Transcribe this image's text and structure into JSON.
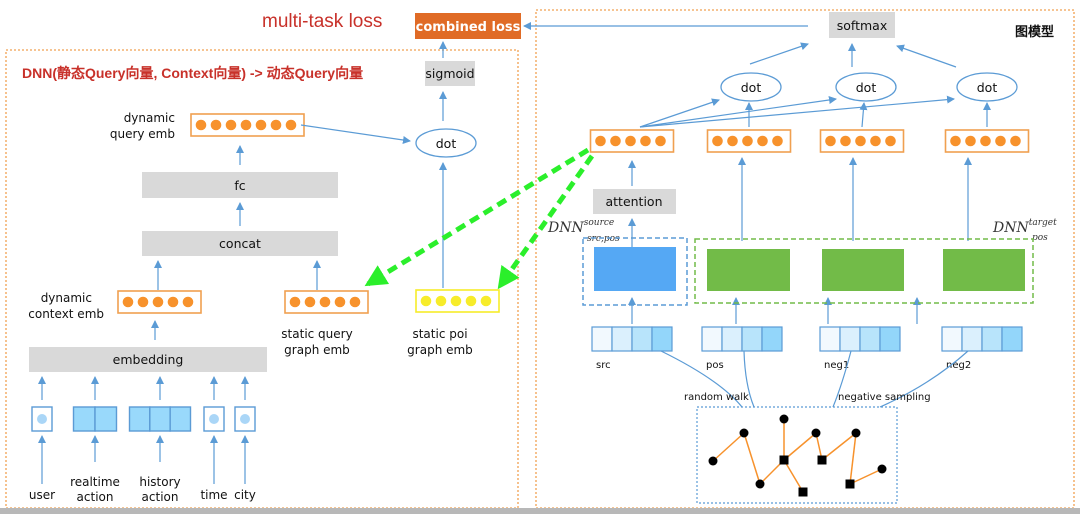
{
  "header": {
    "title": "multi-task loss",
    "combined_loss": "combined loss"
  },
  "left_panel": {
    "title": "DNN(静态Query向量, Context向量) -> 动态Query向量",
    "sigmoid": "sigmoid",
    "dot": "dot",
    "fc": "fc",
    "concat": "concat",
    "embedding": "embedding",
    "dynamic_query_emb": [
      "dynamic",
      "query emb"
    ],
    "dynamic_context_emb": [
      "dynamic",
      "context emb"
    ],
    "static_query_graph_emb": [
      "static query",
      "graph emb"
    ],
    "static_poi_graph_emb": [
      "static poi",
      "graph emb"
    ],
    "inputs": [
      {
        "label": [
          "user"
        ],
        "kind": "single"
      },
      {
        "label": [
          "realtime",
          "action"
        ],
        "kind": "double"
      },
      {
        "label": [
          "history",
          "action"
        ],
        "kind": "triple"
      },
      {
        "label": [
          "time"
        ],
        "kind": "single"
      },
      {
        "label": [
          "city"
        ],
        "kind": "single"
      }
    ]
  },
  "right_panel": {
    "title": "图模型",
    "softmax": "softmax",
    "dots": [
      "dot",
      "dot",
      "dot"
    ],
    "attention": "attention",
    "dnn_source": {
      "base": "DNN",
      "sup": "source",
      "sub": "src,pos"
    },
    "dnn_target": {
      "base": "DNN",
      "sup": "target",
      "sub": "pos"
    },
    "node_labels": [
      "src",
      "pos",
      "neg1",
      "neg2"
    ],
    "random_walk": "random walk",
    "negative_sampling": "negative sampling"
  },
  "colors": {
    "orange_accent": "#e06b26",
    "orange_dot": "#f7922c",
    "yellow_dot": "#f7ec2a",
    "blue_line": "#5b9bd5",
    "green_arrow": "#2bef2b",
    "green_block": "#72bb48",
    "blue_block": "#55a8f4",
    "gray_box": "#d9d9d9",
    "red_text": "#c8312a"
  }
}
